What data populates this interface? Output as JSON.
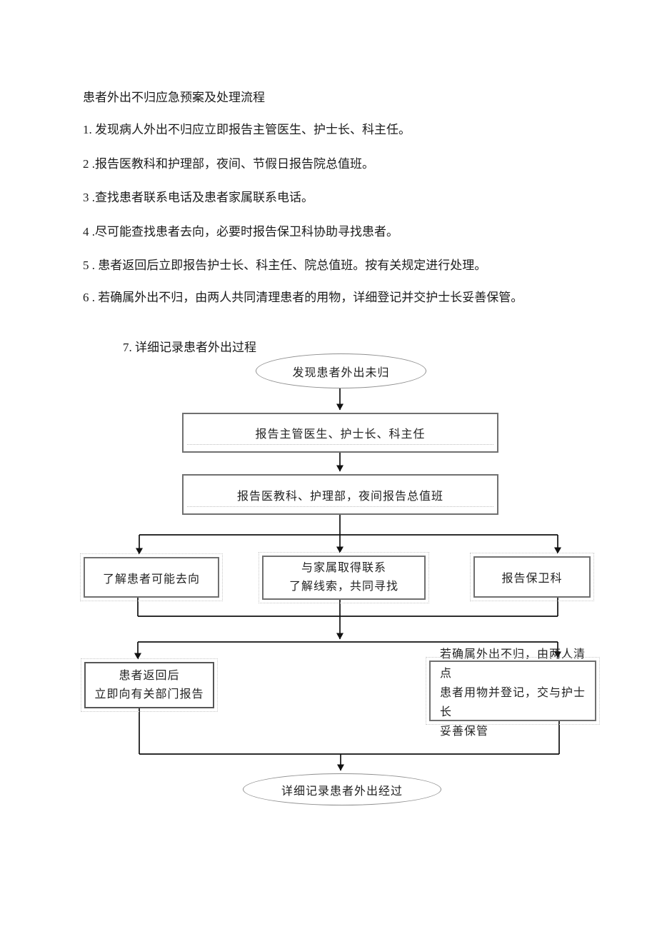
{
  "document": {
    "title": "患者外出不归应急预案及处理流程",
    "items": [
      "1. 发现病人外出不归应立即报告主管医生、护士长、科主任。",
      "2 .报告医教科和护理部，夜间、节假日报告院总值班。",
      "3 .查找患者联系电话及患者家属联系电话。",
      "4 .尽可能查找患者去向，必要时报告保卫科协助寻找患者。",
      "5 . 患者返回后立即报告护士长、科主任、院总值班。按有关规定进行处理。",
      "6 . 若确属外出不归，由两人共同清理患者的用物，详细登记并交护士长妥善保管。",
      "7. 详细记录患者外出过程"
    ]
  },
  "flowchart": {
    "start": "发现患者外出未归",
    "report_staff": "报告主管医生、护士长、科主任",
    "report_dept": "报告医教科、护理部，夜间报告总值班",
    "whereabouts": "了解患者可能去向",
    "family_line1": "与家属取得联系",
    "family_line2": "了解线索，共同寻找",
    "security": "报告保卫科",
    "return_line1": "患者返回后",
    "return_line2": "立即向有关部门报告",
    "custody_line1": "若确属外出不归，由两人清点",
    "custody_line2": "患者用物并登记，交与护士长",
    "custody_line3": "妥善保管",
    "end": "详细记录患者外出经过"
  },
  "colors": {
    "background": "#ffffff",
    "text": "#1c1c1c",
    "box_border": "#707070",
    "connector": "#111111"
  }
}
